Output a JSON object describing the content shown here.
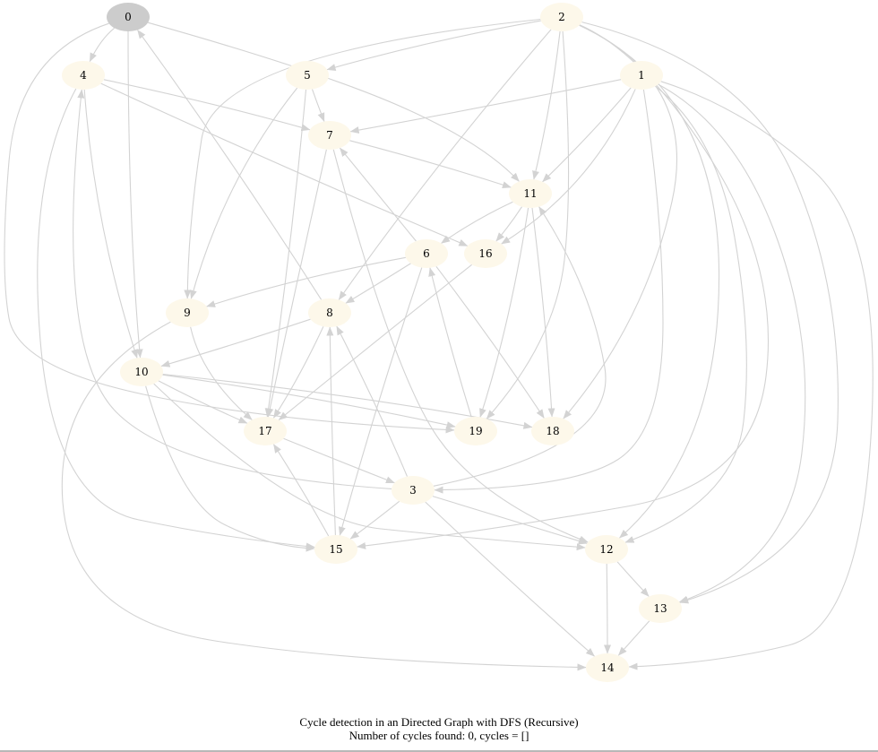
{
  "caption": {
    "title": "Cycle detection in an Directed Graph with DFS (Recursive)",
    "result": "Number of cycles found: 0, cycles = []"
  },
  "colors": {
    "edge": "#d3d3d3",
    "node_fill": "#fdf8ea",
    "start_node_fill": "#cccccc",
    "label": "#000000"
  },
  "graph": {
    "directed": true,
    "start_node": "0",
    "nodes": [
      "0",
      "1",
      "2",
      "3",
      "4",
      "5",
      "6",
      "7",
      "8",
      "9",
      "10",
      "11",
      "12",
      "13",
      "14",
      "15",
      "16",
      "17",
      "18",
      "19"
    ],
    "edges": [
      [
        "0",
        "4"
      ],
      [
        "0",
        "10"
      ],
      [
        "0",
        "11"
      ],
      [
        "0",
        "19"
      ],
      [
        "2",
        "5"
      ],
      [
        "2",
        "9"
      ],
      [
        "2",
        "8"
      ],
      [
        "2",
        "11"
      ],
      [
        "2",
        "19"
      ],
      [
        "2",
        "18"
      ],
      [
        "2",
        "12"
      ],
      [
        "2",
        "13"
      ],
      [
        "2",
        "15"
      ],
      [
        "1",
        "7"
      ],
      [
        "1",
        "11"
      ],
      [
        "1",
        "16"
      ],
      [
        "1",
        "12"
      ],
      [
        "1",
        "13"
      ],
      [
        "1",
        "14"
      ],
      [
        "1",
        "3"
      ],
      [
        "4",
        "7"
      ],
      [
        "4",
        "16"
      ],
      [
        "4",
        "10"
      ],
      [
        "4",
        "15"
      ],
      [
        "5",
        "7"
      ],
      [
        "5",
        "9"
      ],
      [
        "5",
        "17"
      ],
      [
        "7",
        "11"
      ],
      [
        "7",
        "17"
      ],
      [
        "7",
        "12"
      ],
      [
        "11",
        "6"
      ],
      [
        "11",
        "16"
      ],
      [
        "11",
        "19"
      ],
      [
        "11",
        "18"
      ],
      [
        "6",
        "7"
      ],
      [
        "6",
        "9"
      ],
      [
        "6",
        "8"
      ],
      [
        "6",
        "18"
      ],
      [
        "6",
        "15"
      ],
      [
        "16",
        "17"
      ],
      [
        "9",
        "17"
      ],
      [
        "9",
        "14"
      ],
      [
        "8",
        "0"
      ],
      [
        "8",
        "10"
      ],
      [
        "8",
        "17"
      ],
      [
        "10",
        "17"
      ],
      [
        "10",
        "19"
      ],
      [
        "10",
        "18"
      ],
      [
        "10",
        "15"
      ],
      [
        "10",
        "12"
      ],
      [
        "17",
        "3"
      ],
      [
        "19",
        "6"
      ],
      [
        "3",
        "4"
      ],
      [
        "3",
        "8"
      ],
      [
        "3",
        "11"
      ],
      [
        "3",
        "15"
      ],
      [
        "3",
        "12"
      ],
      [
        "3",
        "14"
      ],
      [
        "15",
        "17"
      ],
      [
        "15",
        "8"
      ],
      [
        "12",
        "13"
      ],
      [
        "12",
        "14"
      ],
      [
        "13",
        "14"
      ]
    ]
  }
}
